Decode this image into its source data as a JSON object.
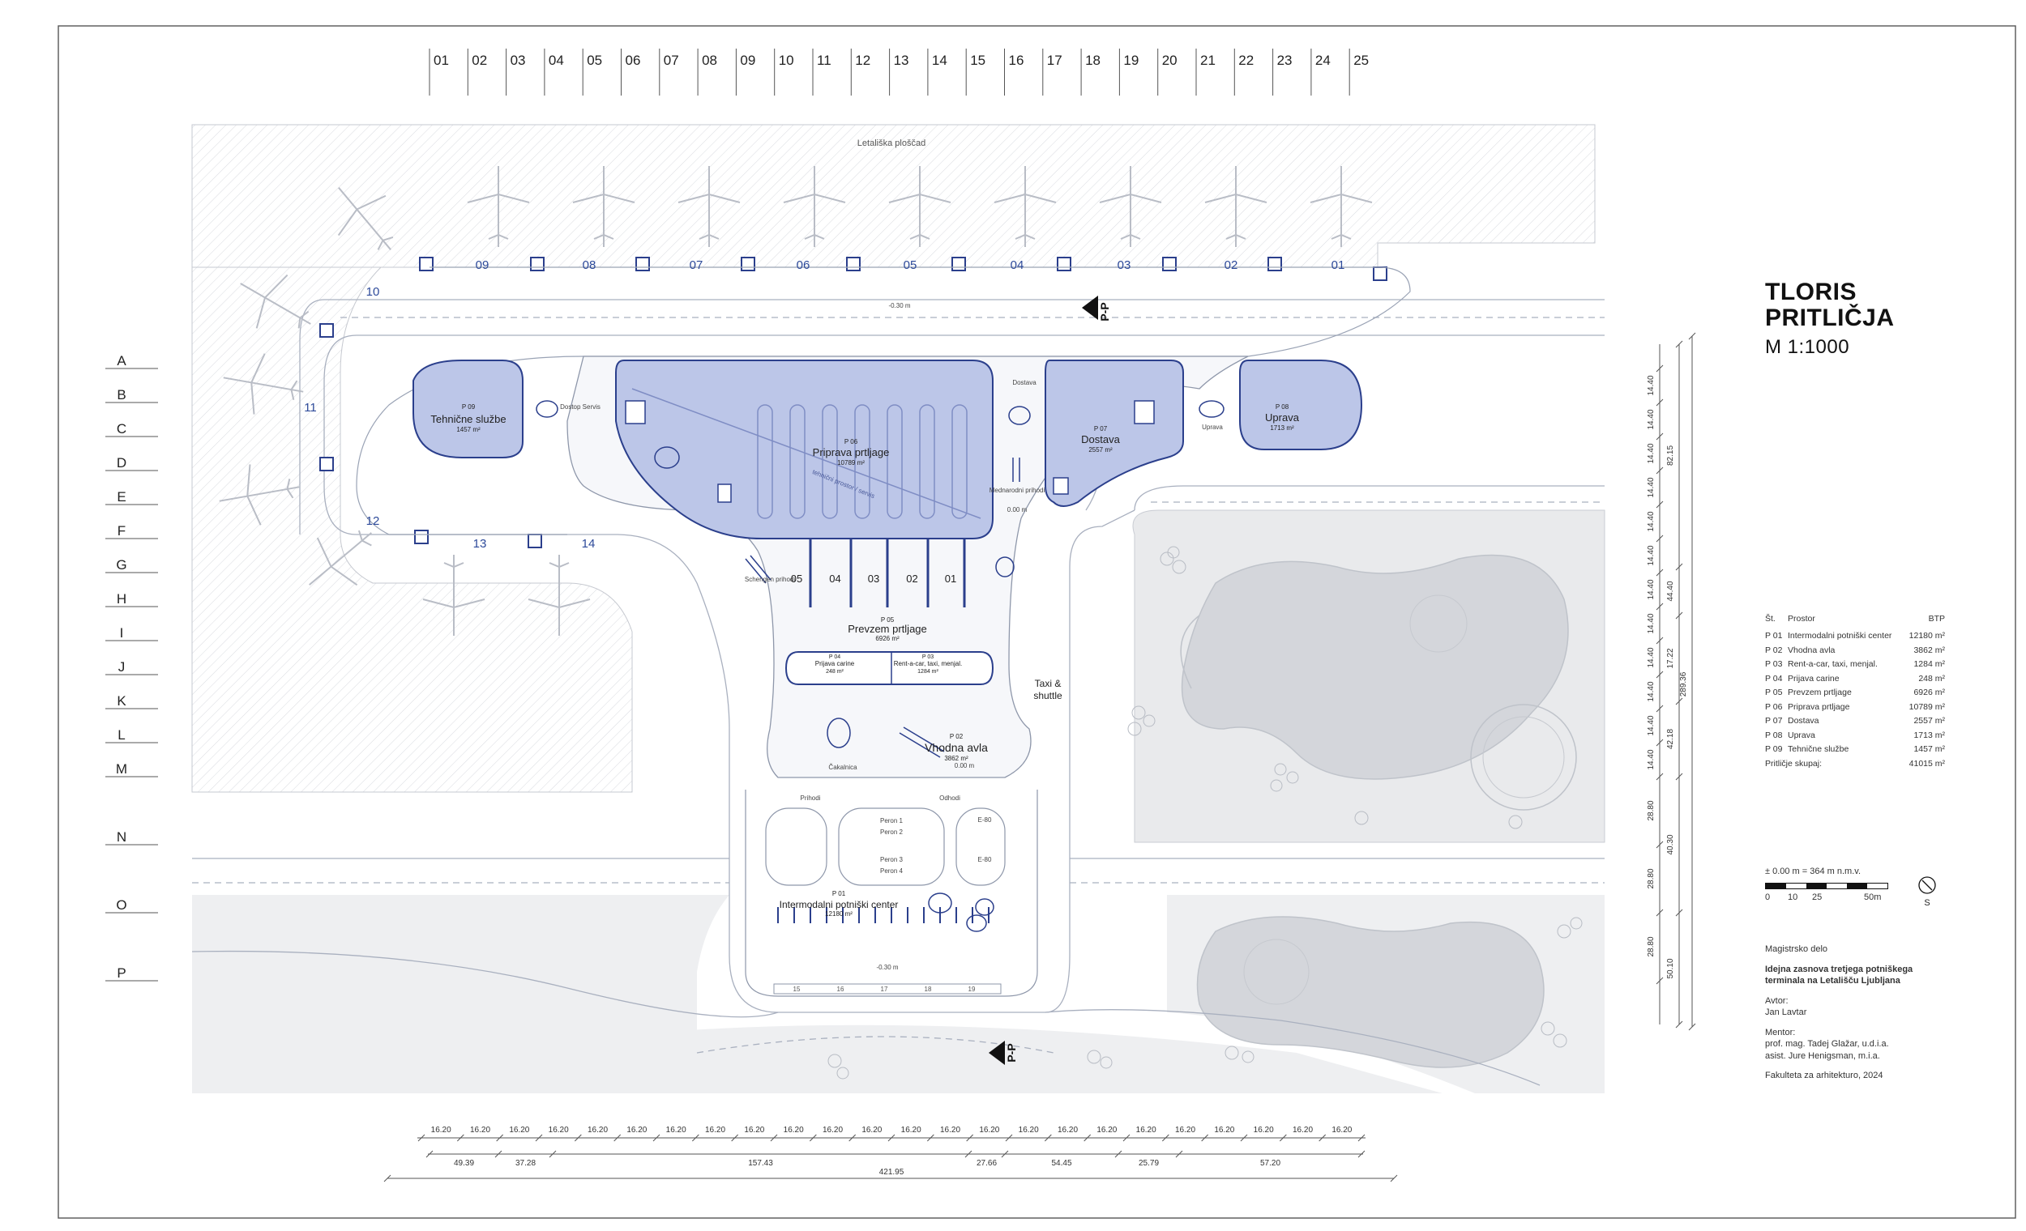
{
  "drawing": {
    "title_line1": "TLORIS",
    "title_line2": "PRITLIČJA",
    "scale": "M 1:1000"
  },
  "grid": {
    "columns": [
      "01",
      "02",
      "03",
      "04",
      "05",
      "06",
      "07",
      "08",
      "09",
      "10",
      "11",
      "12",
      "13",
      "14",
      "15",
      "16",
      "17",
      "18",
      "19",
      "20",
      "21",
      "22",
      "23",
      "24",
      "25"
    ],
    "rows": [
      "A",
      "B",
      "C",
      "D",
      "E",
      "F",
      "G",
      "H",
      "I",
      "J",
      "K",
      "L",
      "M",
      "N",
      "O",
      "P"
    ]
  },
  "site": {
    "apron_label": "Letališka ploščad",
    "gates_top": [
      "09",
      "08",
      "07",
      "06",
      "05",
      "04",
      "03",
      "02",
      "01"
    ],
    "gates_left": [
      "10",
      "11",
      "12",
      "13",
      "14"
    ],
    "claim_belts": [
      "05",
      "04",
      "03",
      "02",
      "01"
    ],
    "bus_stops": [
      "15",
      "16",
      "17",
      "18",
      "19"
    ],
    "small_labels": {
      "dostop_servis": "Dostop Servis",
      "dostava_small": "Dostava",
      "uprava_small": "Uprava",
      "schengen": "Schengen prihodi",
      "mednarodni": "Mednarodni prihodi",
      "cakalnica": "Čakalnica",
      "prihodi": "Prihodi",
      "odhodi": "Odhodi",
      "taxi_shuttle_1": "Taxi &",
      "taxi_shuttle_2": "shuttle",
      "perons": [
        "Peron 1",
        "Peron 2",
        "Peron 3",
        "Peron 4"
      ],
      "elev_1": "-0.30 m",
      "elev_2": "0.00 m",
      "elev_3": "0.00 m",
      "elev_4": "-0.30 m",
      "ev_1": "E-80",
      "ev_2": "E-80",
      "entry_1": "P-P",
      "entry_2": "P-P",
      "tech_note": "tehnični prostor / servis"
    }
  },
  "zones": [
    {
      "code": "P 09",
      "name": "Tehnične službe",
      "area": "1457 m²"
    },
    {
      "code": "P 06",
      "name": "Priprava prtljage",
      "area": "10789 m²"
    },
    {
      "code": "P 07",
      "name": "Dostava",
      "area": "2557 m²"
    },
    {
      "code": "P 08",
      "name": "Uprava",
      "area": "1713 m²"
    },
    {
      "code": "P 05",
      "name": "Prevzem prtljage",
      "area": "6926 m²"
    },
    {
      "code": "P 04",
      "name": "Prijava carine",
      "area": "248 m²"
    },
    {
      "code": "P 03",
      "name": "Rent-a-car, taxi, menjal.",
      "area": "1284 m²"
    },
    {
      "code": "P 02",
      "name": "Vhodna avla",
      "area": "3862 m²"
    },
    {
      "code": "P 01",
      "name": "Intermodalni potniški center",
      "area": "12180 m²"
    }
  ],
  "legend": {
    "headers": {
      "code": "Št.",
      "room": "Prostor",
      "area": "BTP"
    },
    "rows": [
      {
        "code": "P 01",
        "room": "Intermodalni potniški center",
        "area": "12180 m²"
      },
      {
        "code": "P 02",
        "room": "Vhodna avla",
        "area": "3862 m²"
      },
      {
        "code": "P 03",
        "room": "Rent-a-car, taxi, menjal.",
        "area": "1284 m²"
      },
      {
        "code": "P 04",
        "room": "Prijava carine",
        "area": "248 m²"
      },
      {
        "code": "P 05",
        "room": "Prevzem prtljage",
        "area": "6926 m²"
      },
      {
        "code": "P 06",
        "room": "Priprava prtljage",
        "area": "10789 m²"
      },
      {
        "code": "P 07",
        "room": "Dostava",
        "area": "2557 m²"
      },
      {
        "code": "P 08",
        "room": "Uprava",
        "area": "1713 m²"
      },
      {
        "code": "P 09",
        "room": "Tehnične službe",
        "area": "1457 m²"
      }
    ],
    "total_label": "Pritličje skupaj:",
    "total_value": "41015 m²"
  },
  "scalebar": {
    "datum": "± 0.00 m = 364 m n.m.v.",
    "ticks": [
      "0",
      "10",
      "25",
      "50m"
    ],
    "north": "S"
  },
  "info": {
    "type": "Magistrsko delo",
    "title_line1": "Idejna zasnova tretjega potniškega",
    "title_line2": "terminala na Letališču Ljubljana",
    "author_label": "Avtor:",
    "author": "Jan Lavtar",
    "mentor_label": "Mentor:",
    "mentor1": "prof. mag. Tadej Glažar, u.d.i.a.",
    "mentor2": "asist. Jure Henigsman, m.i.a.",
    "faculty": "Fakulteta za arhitekturo, 2024"
  },
  "dimensions": {
    "bottom_modules": [
      "16.20",
      "16.20",
      "16.20",
      "16.20",
      "16.20",
      "16.20",
      "16.20",
      "16.20",
      "16.20",
      "16.20",
      "16.20",
      "16.20",
      "16.20",
      "16.20",
      "16.20",
      "16.20",
      "16.20",
      "16.20",
      "16.20",
      "16.20",
      "16.20",
      "16.20",
      "16.20",
      "16.20"
    ],
    "bottom_groups": [
      "49.39",
      "37.28",
      "157.43",
      "27.66",
      "54.45",
      "25.79",
      "57.20"
    ],
    "bottom_total": "421.95",
    "right_modules": [
      "14.40",
      "14.40",
      "14.40",
      "14.40",
      "14.40",
      "14.40",
      "14.40",
      "14.40",
      "14.40",
      "14.40",
      "14.40",
      "14.40",
      "28.80",
      "28.80",
      "28.80"
    ],
    "right_groups": [
      "82.15",
      "44.40",
      "17.22",
      "42.18",
      "40.30",
      "50.10"
    ],
    "right_total": "289.36"
  },
  "colors": {
    "building_fill": "#bcc6e8",
    "building_stroke": "#2b3f8c",
    "apron_fill": "#f1f2f4",
    "park_fill": "#e8e9eb",
    "road_line": "#a9b0bf",
    "label_blue": "#2d4a9a"
  }
}
